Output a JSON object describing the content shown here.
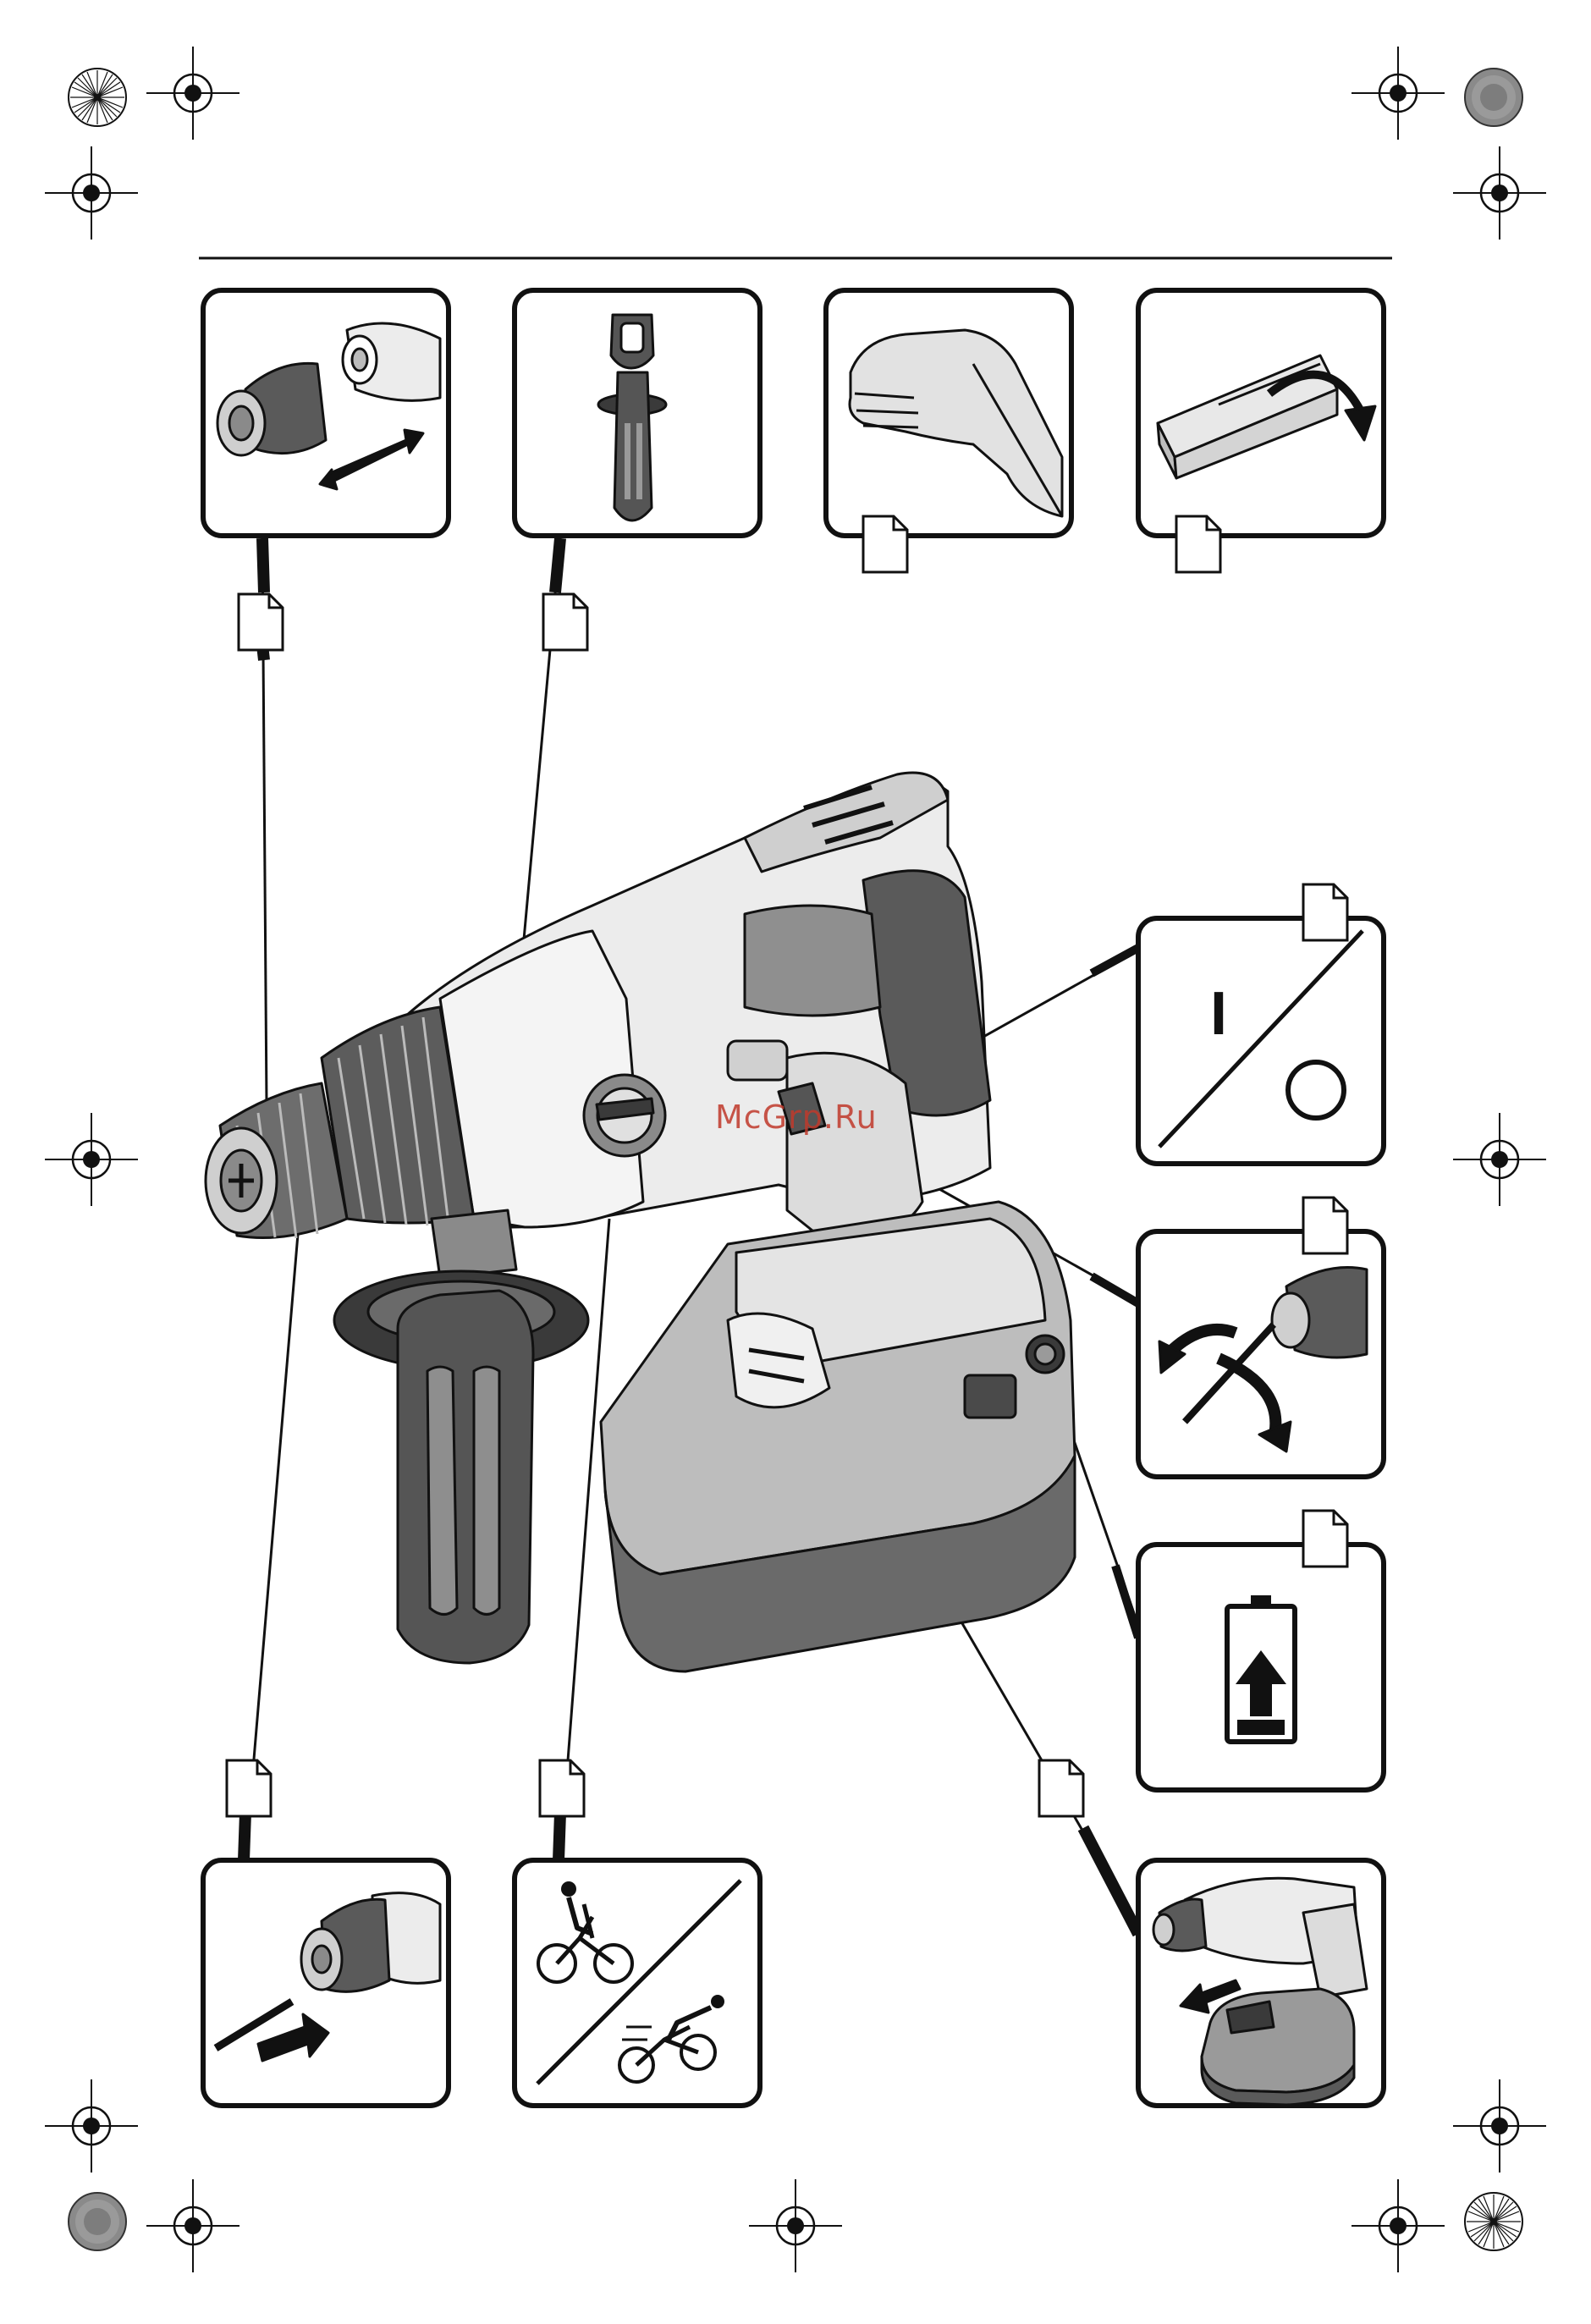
{
  "watermark": {
    "text": "McGrp.Ru",
    "color": "#c0392b"
  },
  "colors": {
    "ink": "#111111",
    "panel_bg": "#ffffff",
    "tool_light": "#e8e8e8",
    "tool_mid": "#9a9a9a",
    "tool_dark": "#4a4a4a",
    "accent": "#c0392b"
  },
  "panels": [
    {
      "id": "panel-chuck-change",
      "icon": "chuck-removal-icon",
      "ref_label": ""
    },
    {
      "id": "panel-aux-handle",
      "icon": "auxiliary-handle-icon",
      "ref_label": ""
    },
    {
      "id": "panel-hand-protection",
      "icon": "hand-icon",
      "ref_label": ""
    },
    {
      "id": "panel-packaging",
      "icon": "open-box-icon",
      "ref_label": ""
    },
    {
      "id": "panel-on-off",
      "icon": "on-off-switch-icon",
      "symbol_on": "I",
      "symbol_off": "O",
      "ref_label": ""
    },
    {
      "id": "panel-rotation-direction",
      "icon": "rotation-direction-icon",
      "ref_label": ""
    },
    {
      "id": "panel-battery-charge",
      "icon": "battery-charge-icon",
      "ref_label": ""
    },
    {
      "id": "panel-insert-bit",
      "icon": "insert-drill-bit-icon",
      "ref_label": ""
    },
    {
      "id": "panel-gear-selection",
      "icon": "gear-selector-cyclist-icon",
      "ref_label": ""
    },
    {
      "id": "panel-battery-removal",
      "icon": "battery-removal-icon",
      "ref_label": ""
    }
  ],
  "main_illustration": {
    "icon": "cordless-drill-illustration-icon"
  },
  "registration_marks": {
    "icon": "registration-crosshair-icon"
  }
}
